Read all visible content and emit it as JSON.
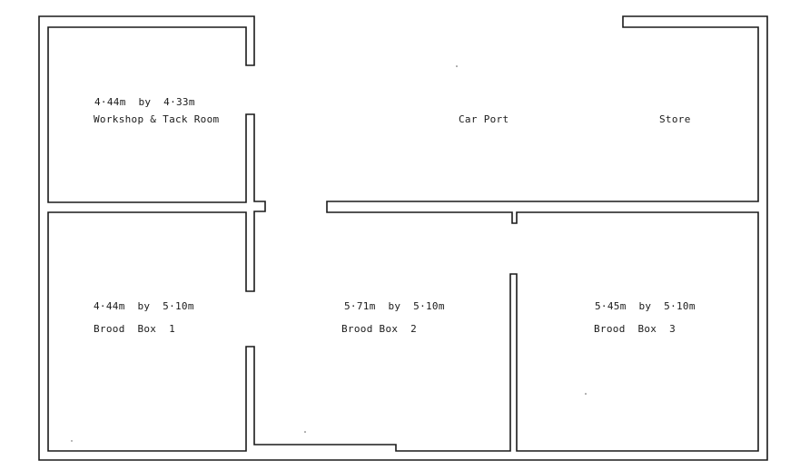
{
  "rooms": {
    "workshop": {
      "dimensions": "4·44m  by  4·33m",
      "name": "Workshop & Tack Room"
    },
    "car_port": {
      "name": "Car Port"
    },
    "store": {
      "name": "Store"
    },
    "brood_box_1": {
      "dimensions": "4·44m  by  5·10m",
      "name": "Brood  Box  1"
    },
    "brood_box_2": {
      "dimensions": "5·71m  by  5·10m",
      "name": "Brood Box  2"
    },
    "brood_box_3": {
      "dimensions": "5·45m  by  5·10m",
      "name": "Brood  Box  3"
    }
  },
  "colors": {
    "line": "#1a1a1a",
    "background": "#ffffff"
  }
}
